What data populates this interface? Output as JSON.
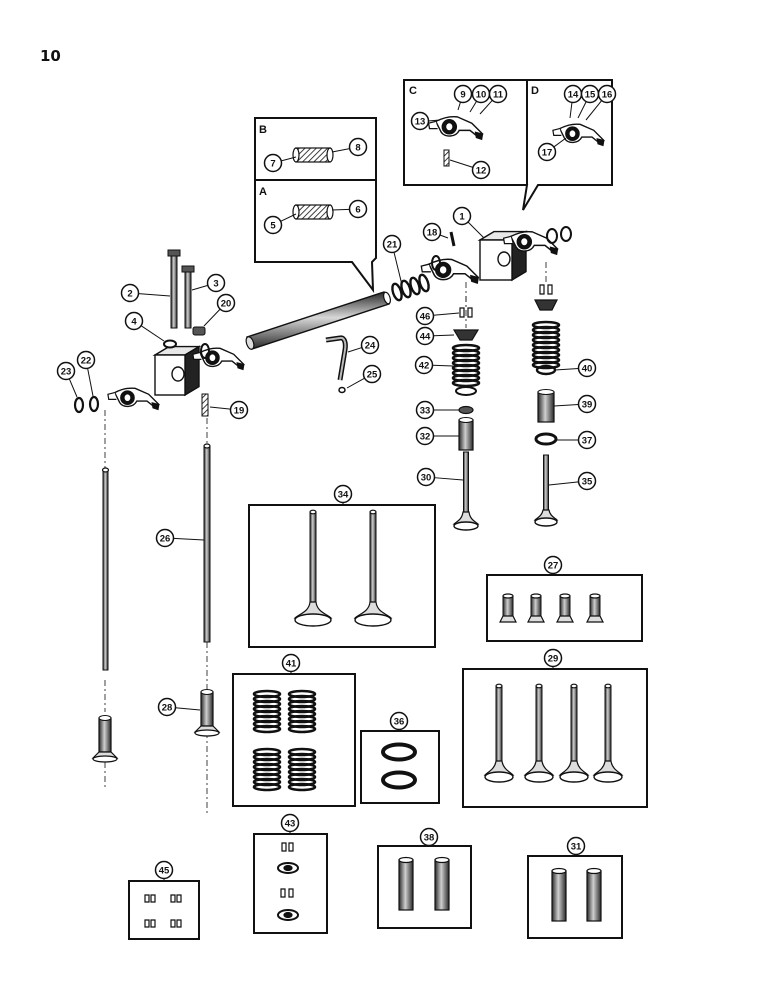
{
  "page_number": "10",
  "insets": {
    "A": "A",
    "B": "B",
    "C": "C",
    "D": "D"
  },
  "callouts": {
    "1": "1",
    "2": "2",
    "3": "3",
    "4": "4",
    "5": "5",
    "6": "6",
    "7": "7",
    "8": "8",
    "9": "9",
    "10": "10",
    "11": "11",
    "12": "12",
    "13": "13",
    "14": "14",
    "15": "15",
    "16": "16",
    "17": "17",
    "18": "18",
    "19": "19",
    "20": "20",
    "21": "21",
    "22": "22",
    "23": "23",
    "24": "24",
    "25": "25",
    "26": "26",
    "27": "27",
    "28": "28",
    "29": "29",
    "30": "30",
    "31": "31",
    "32": "32",
    "33": "33",
    "34": "34",
    "35": "35",
    "36": "36",
    "37": "37",
    "38": "38",
    "39": "39",
    "40": "40",
    "41": "41",
    "42": "42",
    "43": "43",
    "44": "44",
    "45": "45",
    "46": "46"
  }
}
